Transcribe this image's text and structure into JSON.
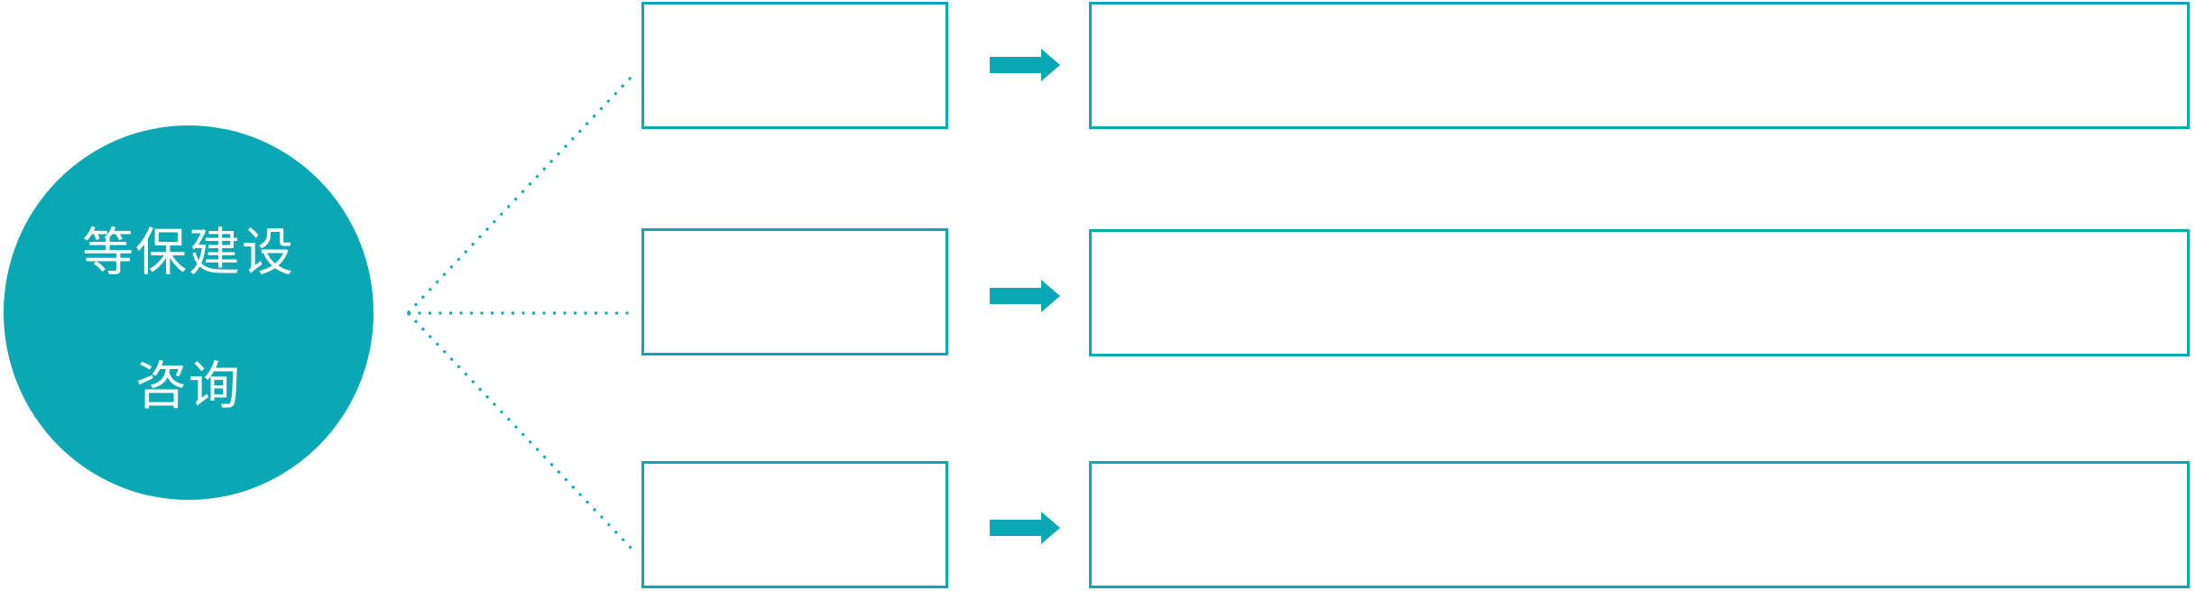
{
  "accent_color": "#0aa8b4",
  "background_color": "#ffffff",
  "hub": {
    "line1": "等保建设",
    "line2": "咨询",
    "full_text": "等保建设咨询"
  },
  "rows": [
    {
      "branch_label": "",
      "detail_label": ""
    },
    {
      "branch_label": "",
      "detail_label": ""
    },
    {
      "branch_label": "",
      "detail_label": ""
    }
  ],
  "icons": {
    "arrow_icon": "right-arrow"
  }
}
